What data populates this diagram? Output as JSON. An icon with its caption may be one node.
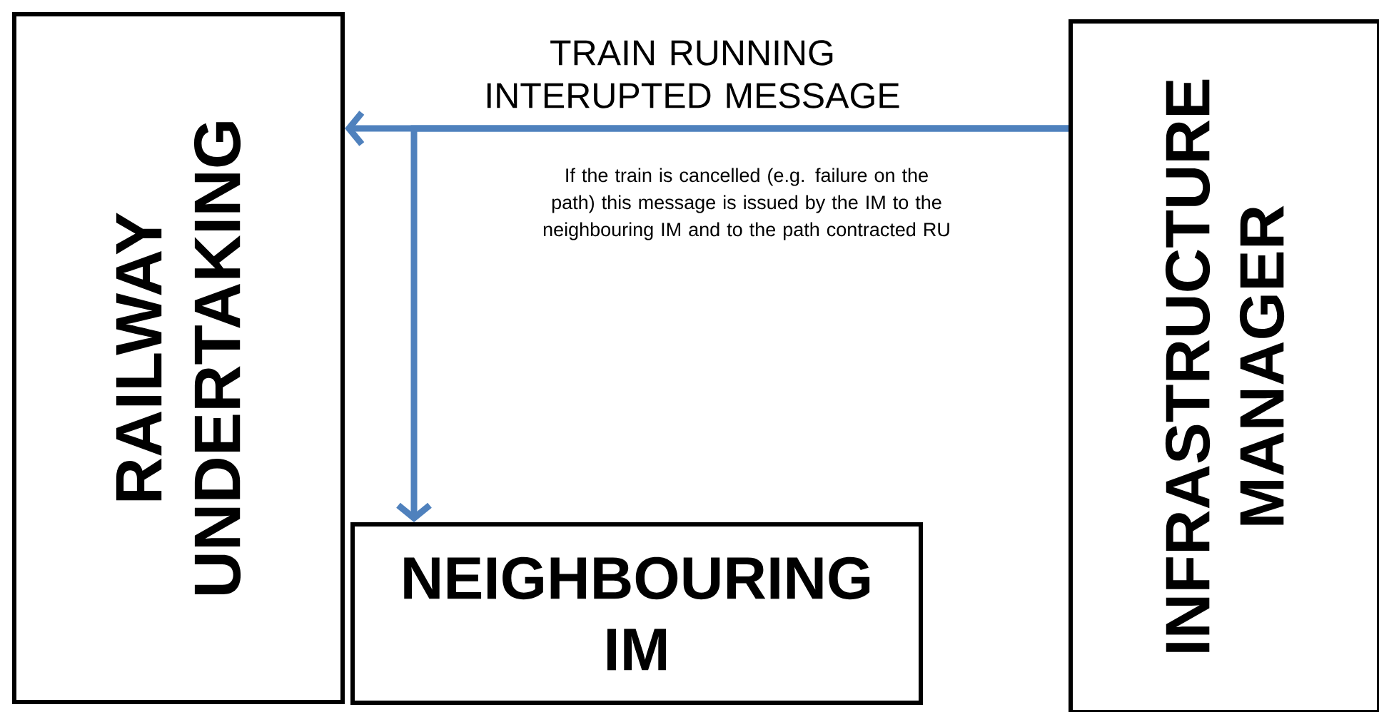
{
  "diagram": {
    "nodes": [
      {
        "text": [
          "RAILWAY UNDERTAKING"
        ]
      },
      {
        "text": [
          "NEIGHBOURING IM"
        ]
      },
      {
        "text": [
          "INFRASTRUCTURE MANAGER"
        ]
      }
    ],
    "edges": [
      {
        "from": 2,
        "to": 0,
        "arrow": "to",
        "label": "TRAIN RUNNING INTERUPTED MESSAGE"
      },
      {
        "from": 2,
        "to": 1,
        "arrow": "to"
      }
    ],
    "labels": [
      "If the train is cancelled (e.g. failure on the path) this message is issued by the IM to the neighbouring IM and to the path contracted RU"
    ]
  }
}
